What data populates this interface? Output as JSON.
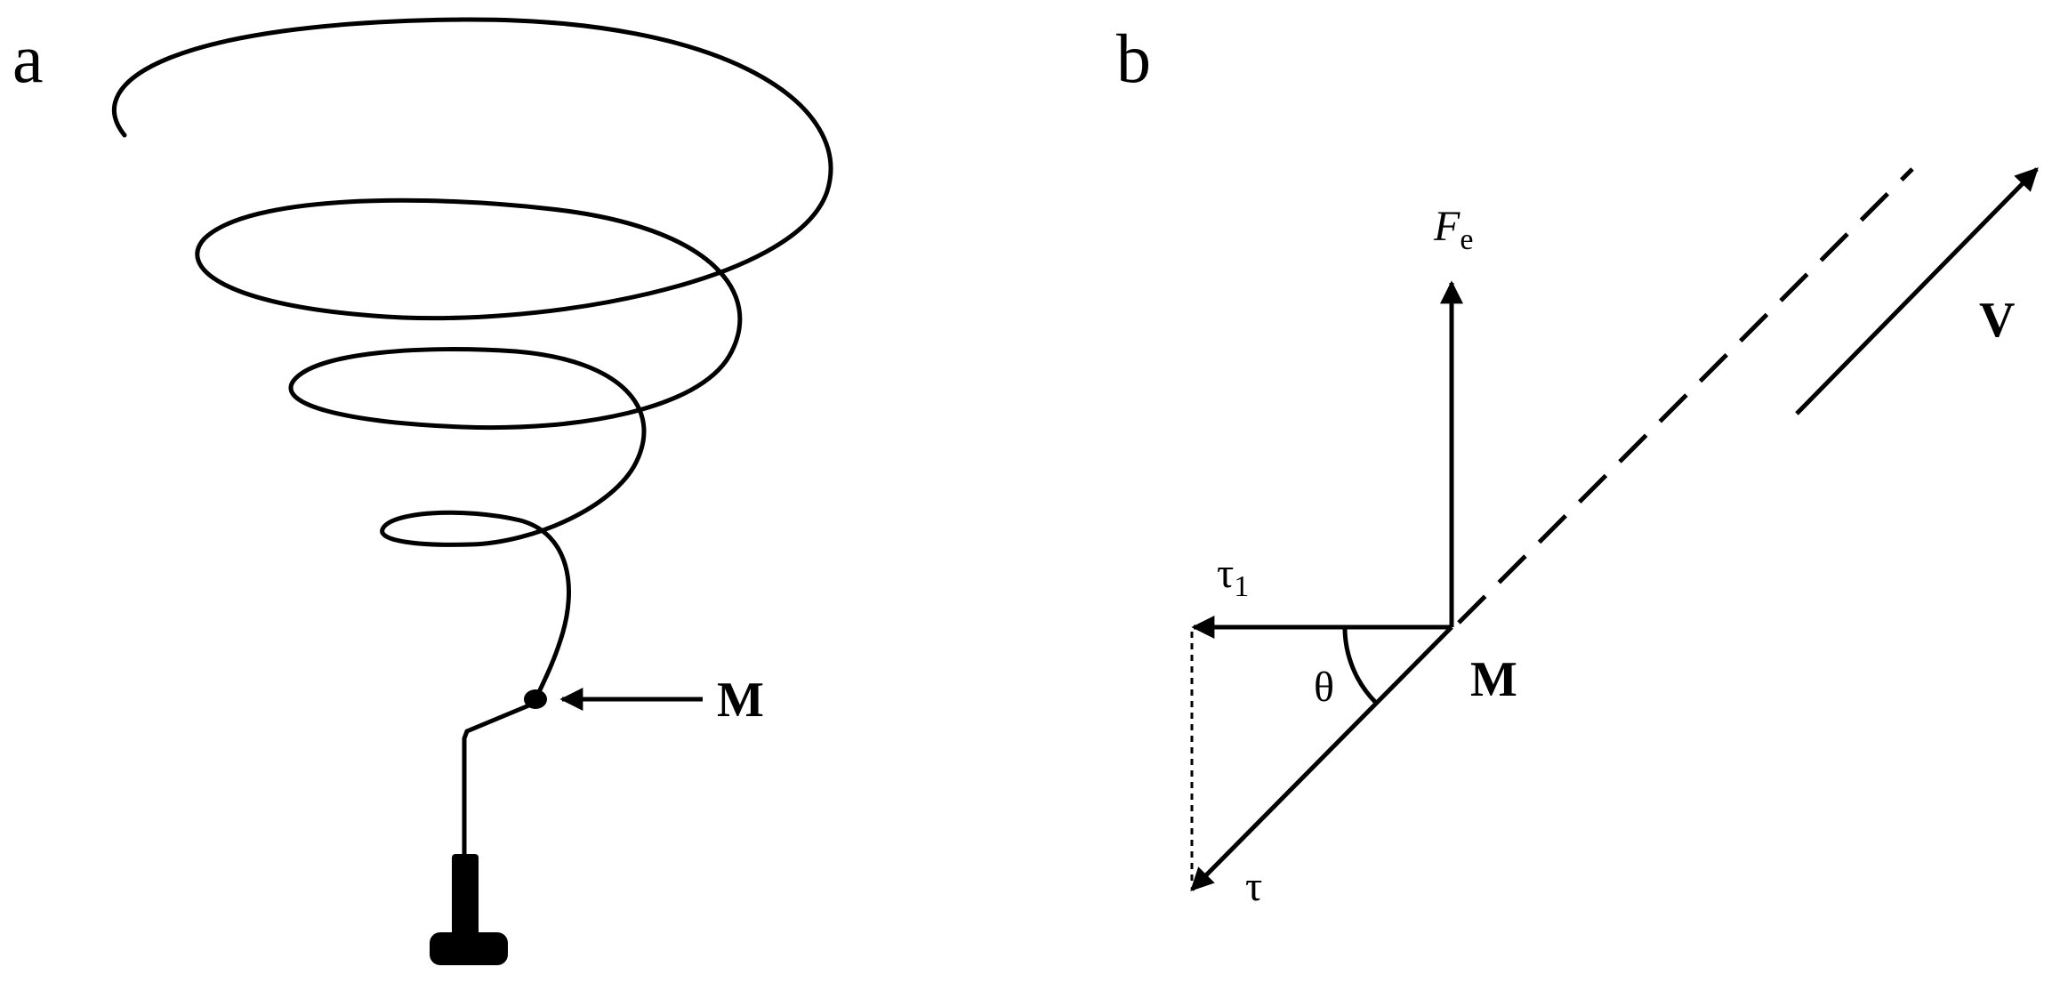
{
  "panels": {
    "a": {
      "label": "a",
      "point_label": "M"
    },
    "b": {
      "label": "b",
      "force_symbol": "F",
      "force_subscript": "e",
      "velocity_label": "V",
      "point_label": "M",
      "angle_label": "θ",
      "tau1_symbol": "τ",
      "tau1_subscript": "1",
      "tau_label": "τ"
    }
  },
  "colors": {
    "stroke": "#000000",
    "background": "#ffffff"
  }
}
